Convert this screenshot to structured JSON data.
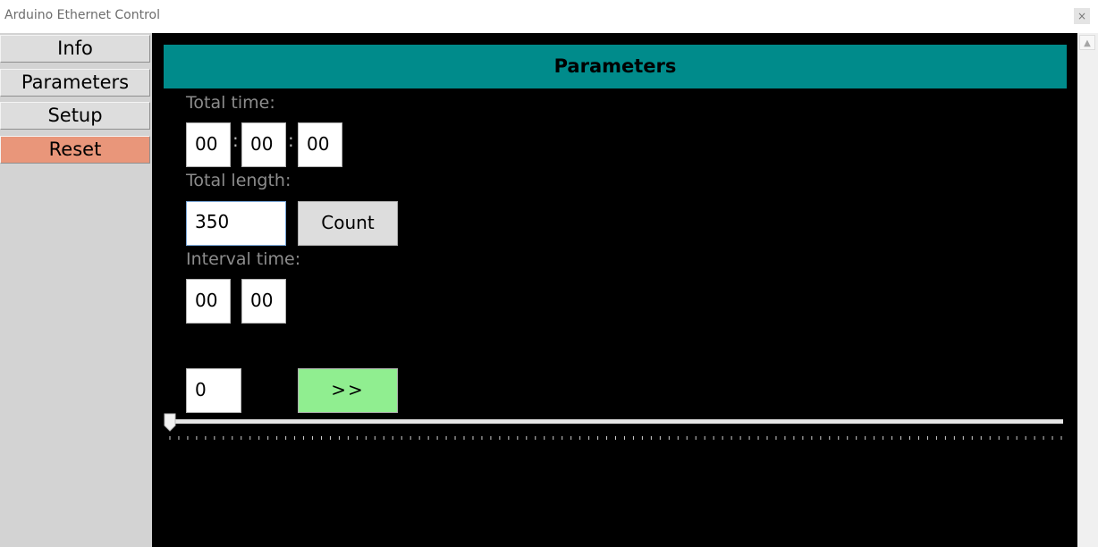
{
  "window": {
    "title": "Arduino Ethernet Control",
    "close_glyph": "×"
  },
  "sidebar": {
    "items": [
      {
        "label": "Info"
      },
      {
        "label": "Parameters"
      },
      {
        "label": "Setup"
      },
      {
        "label": "Reset",
        "color": "#e9967a"
      }
    ]
  },
  "panel": {
    "title": "Parameters",
    "header_color": "#008b8b"
  },
  "total_time": {
    "label": "Total time:",
    "hours": "00",
    "minutes": "00",
    "seconds": "00",
    "separator": ":"
  },
  "total_length": {
    "label": "Total length:",
    "value": "350",
    "count_button": "Count"
  },
  "interval_time": {
    "label": "Interval time:",
    "minutes": "00",
    "seconds": "00"
  },
  "position": {
    "value": "0",
    "go_button": ">>",
    "go_color": "#90ee90"
  },
  "slider": {
    "value": 0,
    "min": 0,
    "max": 100
  }
}
